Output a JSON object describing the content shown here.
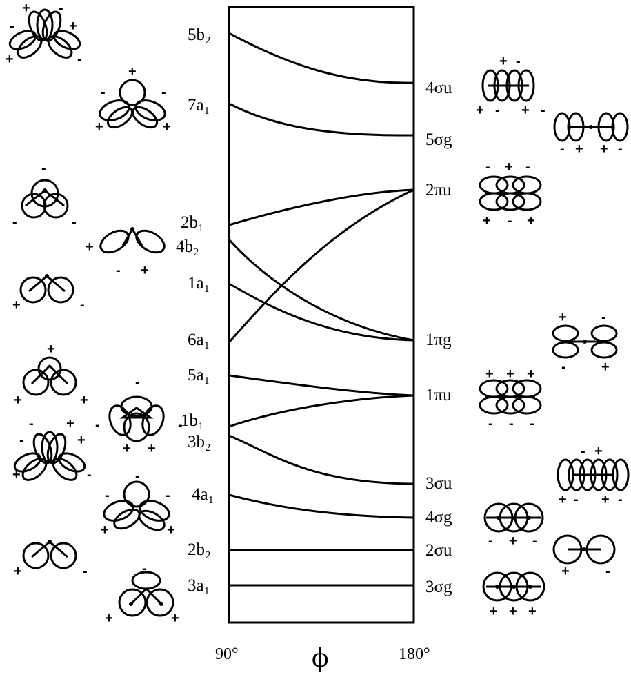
{
  "axis": {
    "x_start": "90°",
    "x_end": "180°",
    "x_symbol": "ϕ"
  },
  "left_levels": [
    {
      "name": "5b₂"
    },
    {
      "name": "7a₁"
    },
    {
      "name": "2b₁"
    },
    {
      "name": "4b₂"
    },
    {
      "name": "1a₁"
    },
    {
      "name": "6a₁"
    },
    {
      "name": "5a₁"
    },
    {
      "name": "1b₁"
    },
    {
      "name": "3b₂"
    },
    {
      "name": "4a₁"
    },
    {
      "name": "2b₂"
    },
    {
      "name": "3a₁"
    }
  ],
  "right_levels": [
    {
      "name": "4σu"
    },
    {
      "name": "5σg"
    },
    {
      "name": "2πu"
    },
    {
      "name": "1πg"
    },
    {
      "name": "1πu"
    },
    {
      "name": "3σu"
    },
    {
      "name": "4σg"
    },
    {
      "name": "2σu"
    },
    {
      "name": "3σg"
    }
  ],
  "correlations": [
    [
      "5b₂",
      "4σu"
    ],
    [
      "7a₁",
      "5σg"
    ],
    [
      "2b₁",
      "2πu"
    ],
    [
      "6a₁",
      "2πu"
    ],
    [
      "4b₂",
      "1πg"
    ],
    [
      "1a₁",
      "1πg"
    ],
    [
      "5a₁",
      "1πu"
    ],
    [
      "1b₁",
      "1πu"
    ],
    [
      "3b₂",
      "3σu"
    ],
    [
      "4a₁",
      "4σg"
    ],
    [
      "2b₂",
      "2σu"
    ],
    [
      "3a₁",
      "3σg"
    ]
  ]
}
